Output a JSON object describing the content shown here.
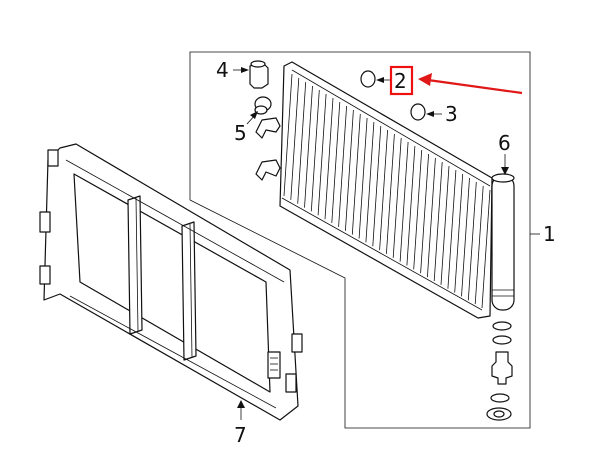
{
  "callouts": {
    "c1": "1",
    "c2": "2",
    "c3": "3",
    "c4": "4",
    "c5": "5",
    "c6": "6",
    "c7": "7"
  },
  "highlight": {
    "target": "2",
    "color": "#e01818"
  }
}
